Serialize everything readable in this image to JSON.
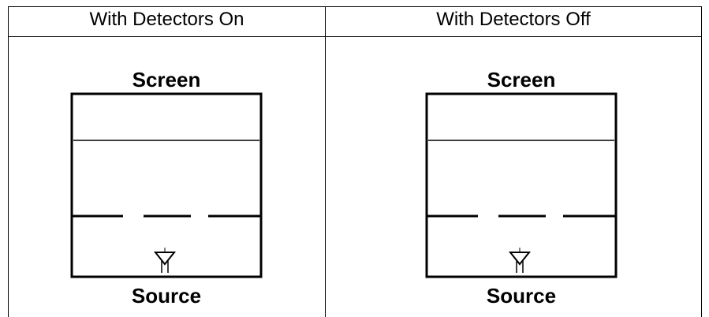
{
  "table": {
    "headers": [
      "With Detectors On",
      "With Detectors Off"
    ]
  },
  "diagrams": [
    {
      "top_label": "Screen",
      "bottom_label": "Source"
    },
    {
      "top_label": "Screen",
      "bottom_label": "Source"
    }
  ],
  "colors": {
    "lines": "#000000",
    "background": "#ffffff"
  }
}
